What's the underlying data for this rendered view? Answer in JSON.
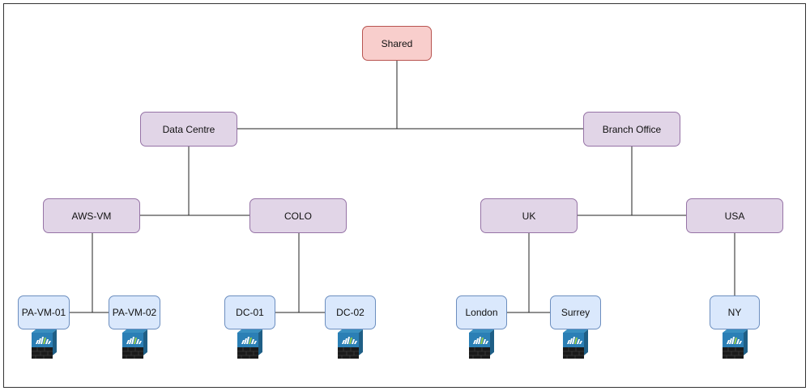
{
  "diagram": {
    "root": {
      "label": "Shared"
    },
    "groups": [
      {
        "label": "Data Centre"
      },
      {
        "label": "Branch Office"
      }
    ],
    "subgroups": [
      {
        "label": "AWS-VM"
      },
      {
        "label": "COLO"
      },
      {
        "label": "UK"
      },
      {
        "label": "USA"
      }
    ],
    "devices": [
      {
        "label": "PA-VM-01",
        "icon": "firewall-icon"
      },
      {
        "label": "PA-VM-02",
        "icon": "firewall-icon"
      },
      {
        "label": "DC-01",
        "icon": "firewall-icon"
      },
      {
        "label": "DC-02",
        "icon": "firewall-icon"
      },
      {
        "label": "London",
        "icon": "firewall-icon"
      },
      {
        "label": "Surrey",
        "icon": "firewall-icon"
      },
      {
        "label": "NY",
        "icon": "firewall-icon"
      }
    ]
  },
  "colors": {
    "root_fill": "#f8cecc",
    "group_fill": "#e1d5e7",
    "device_fill": "#dae8fc",
    "connector": "#222222"
  }
}
